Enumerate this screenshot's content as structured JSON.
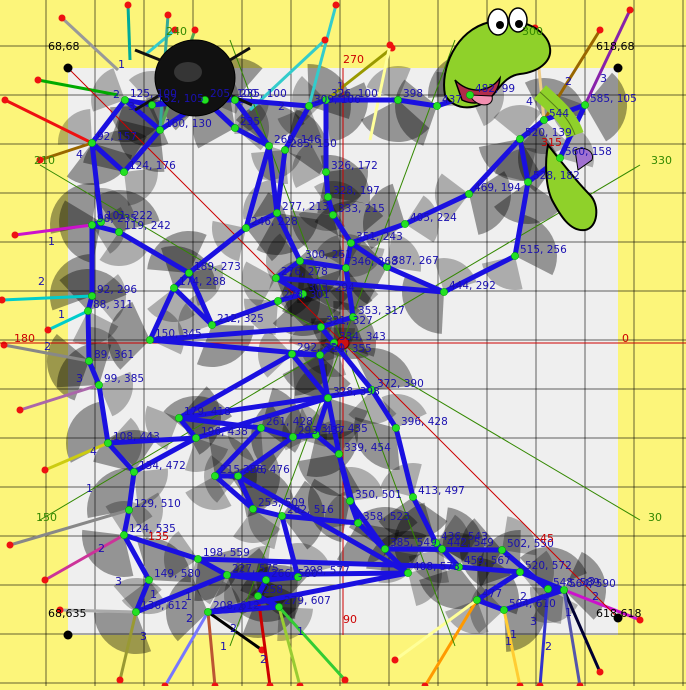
{
  "colors": {
    "background": "#fcf57a",
    "panel": "#efefef",
    "grid": "#000000",
    "edge": "#1a10e0",
    "node": "#23e023",
    "label": "#1a10b0",
    "center": "#cc1111",
    "angle_red": "#cc0000",
    "angle_green": "#338800"
  },
  "corners": [
    {
      "label": "68,68"
    },
    {
      "label": "618,68"
    },
    {
      "label": "68,635"
    },
    {
      "label": "618,618"
    }
  ],
  "angle_labels": [
    {
      "text": "270",
      "color": "angle_red"
    },
    {
      "text": "240",
      "color": "angle_green"
    },
    {
      "text": "300",
      "color": "angle_green"
    },
    {
      "text": "315",
      "color": "angle_red"
    },
    {
      "text": "330",
      "color": "angle_green"
    },
    {
      "text": "210",
      "color": "angle_green"
    },
    {
      "text": "180",
      "color": "angle_red"
    },
    {
      "text": "0",
      "color": "angle_red"
    },
    {
      "text": "150",
      "color": "angle_green"
    },
    {
      "text": "30",
      "color": "angle_green"
    },
    {
      "text": "45",
      "color": "angle_red"
    },
    {
      "text": "135",
      "color": "angle_red"
    },
    {
      "text": "90",
      "color": "angle_red"
    }
  ],
  "nodes": [
    {
      "id": "n1",
      "label": "125, 100"
    },
    {
      "id": "n2",
      "label": "152, 105"
    },
    {
      "id": "n3",
      "label": "205, 100"
    },
    {
      "id": "n4",
      "label": "235, 100"
    },
    {
      "id": "n5",
      "label": "309, 106"
    },
    {
      "id": "n6",
      "label": "326, 100"
    },
    {
      "id": "n7",
      "label": "398"
    },
    {
      "id": "n8",
      "label": "437"
    },
    {
      "id": "n9",
      "label": "482, 99"
    },
    {
      "id": "n10",
      "label": "544"
    },
    {
      "id": "n11",
      "label": "585, 105"
    },
    {
      "id": "n12",
      "label": "92, 157"
    },
    {
      "id": "n13",
      "label": "160, 130"
    },
    {
      "id": "n14",
      "label": "235"
    },
    {
      "id": "n15",
      "label": "269, 146"
    },
    {
      "id": "n16",
      "label": "285, 150"
    },
    {
      "id": "n17",
      "label": "326, 172"
    },
    {
      "id": "n18",
      "label": "520, 139"
    },
    {
      "id": "n19",
      "label": "560, 158"
    },
    {
      "id": "n20",
      "label": "124, 176"
    },
    {
      "id": "n21",
      "label": "328, 197"
    },
    {
      "id": "n22",
      "label": "469, 194"
    },
    {
      "id": "n23",
      "label": "528, 182"
    },
    {
      "id": "n24",
      "label": "101, 222"
    },
    {
      "id": "n25",
      "label": "98, 235"
    },
    {
      "id": "n26",
      "label": "119, 242"
    },
    {
      "id": "n27",
      "label": "246, 228"
    },
    {
      "id": "n28",
      "label": "277, 213"
    },
    {
      "id": "n29",
      "label": "333, 215"
    },
    {
      "id": "n30",
      "label": "405, 224"
    },
    {
      "id": "n31",
      "label": "351, 243"
    },
    {
      "id": "n32",
      "label": "515, 256"
    },
    {
      "id": "n33",
      "label": "300, 261"
    },
    {
      "id": "n34",
      "label": "346, 268"
    },
    {
      "id": "n35",
      "label": "387, 267"
    },
    {
      "id": "n36",
      "label": "189, 273"
    },
    {
      "id": "n37",
      "label": "174, 288"
    },
    {
      "id": "n38",
      "label": "276, 278"
    },
    {
      "id": "n39",
      "label": "303, 294"
    },
    {
      "id": "n40",
      "label": "444, 292"
    },
    {
      "id": "n41",
      "label": "92, 296"
    },
    {
      "id": "n42",
      "label": "88, 311"
    },
    {
      "id": "n43",
      "label": "278, 301"
    },
    {
      "id": "n44",
      "label": "212, 325"
    },
    {
      "id": "n45",
      "label": "353, 317"
    },
    {
      "id": "n46",
      "label": "150, 345"
    },
    {
      "id": "n47",
      "label": "321, 327"
    },
    {
      "id": "n48",
      "label": "334, 343"
    },
    {
      "id": "n49",
      "label": "292, 354"
    },
    {
      "id": "n50",
      "label": "320, 355"
    },
    {
      "id": "n51",
      "label": "89, 361"
    },
    {
      "id": "n52",
      "label": "99, 385"
    },
    {
      "id": "n53",
      "label": "372, 390"
    },
    {
      "id": "n54",
      "label": "179, 418"
    },
    {
      "id": "n55",
      "label": "328, 398"
    },
    {
      "id": "n56",
      "label": "396, 428"
    },
    {
      "id": "n57",
      "label": "108, 443"
    },
    {
      "id": "n58",
      "label": "196, 438"
    },
    {
      "id": "n59",
      "label": "261, 428"
    },
    {
      "id": "n60",
      "label": "316, 435"
    },
    {
      "id": "n61",
      "label": "339, 454"
    },
    {
      "id": "n62",
      "label": "293, 437"
    },
    {
      "id": "n63",
      "label": "134, 472"
    },
    {
      "id": "n64",
      "label": "215, 476"
    },
    {
      "id": "n65",
      "label": "238, 476"
    },
    {
      "id": "n66",
      "label": "413, 497"
    },
    {
      "id": "n67",
      "label": "350, 501"
    },
    {
      "id": "n68",
      "label": "129, 510"
    },
    {
      "id": "n69",
      "label": "253, 509"
    },
    {
      "id": "n70",
      "label": "282, 516"
    },
    {
      "id": "n71",
      "label": "358, 523"
    },
    {
      "id": "n72",
      "label": "124, 535"
    },
    {
      "id": "n73",
      "label": "436, 543"
    },
    {
      "id": "n74",
      "label": "385, 549"
    },
    {
      "id": "n75",
      "label": "442, 549"
    },
    {
      "id": "n76",
      "label": "198, 559"
    },
    {
      "id": "n77",
      "label": "459, 567"
    },
    {
      "id": "n78",
      "label": "502, 550"
    },
    {
      "id": "n79",
      "label": "408, 573"
    },
    {
      "id": "n80",
      "label": "149, 580"
    },
    {
      "id": "n81",
      "label": "227, 575"
    },
    {
      "id": "n82",
      "label": "266, 580"
    },
    {
      "id": "n83",
      "label": "298, 577"
    },
    {
      "id": "n84",
      "label": "520, 572"
    },
    {
      "id": "n85",
      "label": "548, 589"
    },
    {
      "id": "n86",
      "label": "564, 590"
    },
    {
      "id": "n87",
      "label": "258"
    },
    {
      "id": "n88",
      "label": "136, 612"
    },
    {
      "id": "n89",
      "label": "208, 612"
    },
    {
      "id": "n90",
      "label": "279, 607"
    },
    {
      "id": "n91",
      "label": "477"
    },
    {
      "id": "n92",
      "label": "504, 610"
    }
  ],
  "spoke_labels": [
    "1",
    "2",
    "3",
    "4",
    "1",
    "2",
    "1",
    "2",
    "3",
    "4",
    "1",
    "2",
    "3",
    "1",
    "2",
    "1",
    "2",
    "1",
    "2",
    "3",
    "4",
    "1",
    "2",
    "3",
    "1",
    "2",
    "1",
    "2",
    "3",
    "1",
    "2",
    "3",
    "4",
    "1",
    "2"
  ]
}
